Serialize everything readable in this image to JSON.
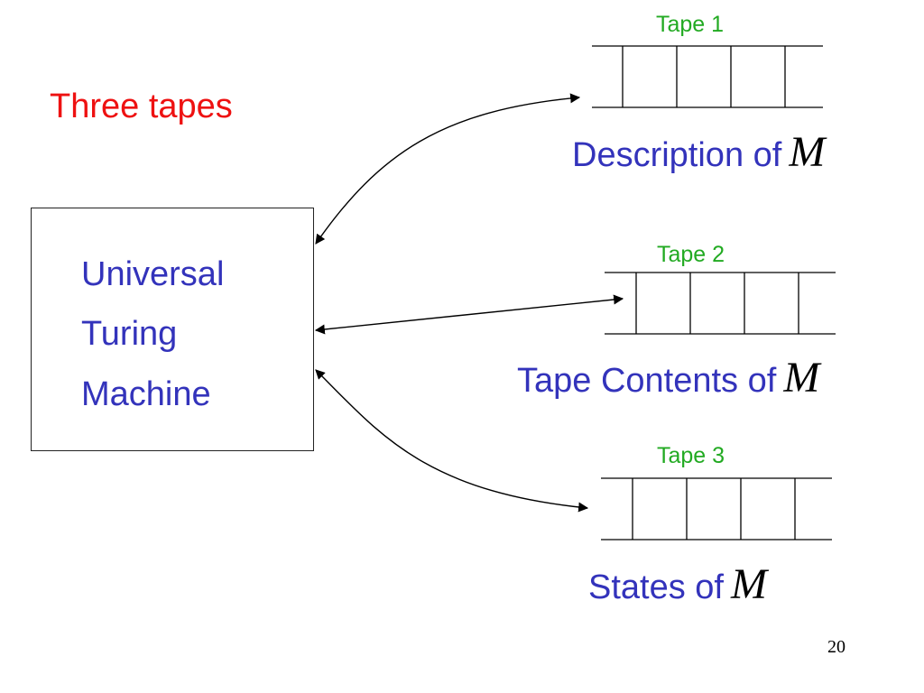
{
  "slide": {
    "title": "Three tapes",
    "page_number": "20"
  },
  "machine": {
    "lines": [
      "Universal",
      "Turing",
      "Machine"
    ]
  },
  "tapes": [
    {
      "label": "Tape 1",
      "description": "Description of",
      "variable": "M"
    },
    {
      "label": "Tape 2",
      "description": "Tape Contents of",
      "variable": "M"
    },
    {
      "label": "Tape 3",
      "description": "States of",
      "variable": "M"
    }
  ],
  "colors": {
    "title": "#ee1111",
    "machine_text": "#3333bb",
    "tape_label": "#22aa22",
    "description": "#3333bb",
    "arrows": "#000000"
  }
}
